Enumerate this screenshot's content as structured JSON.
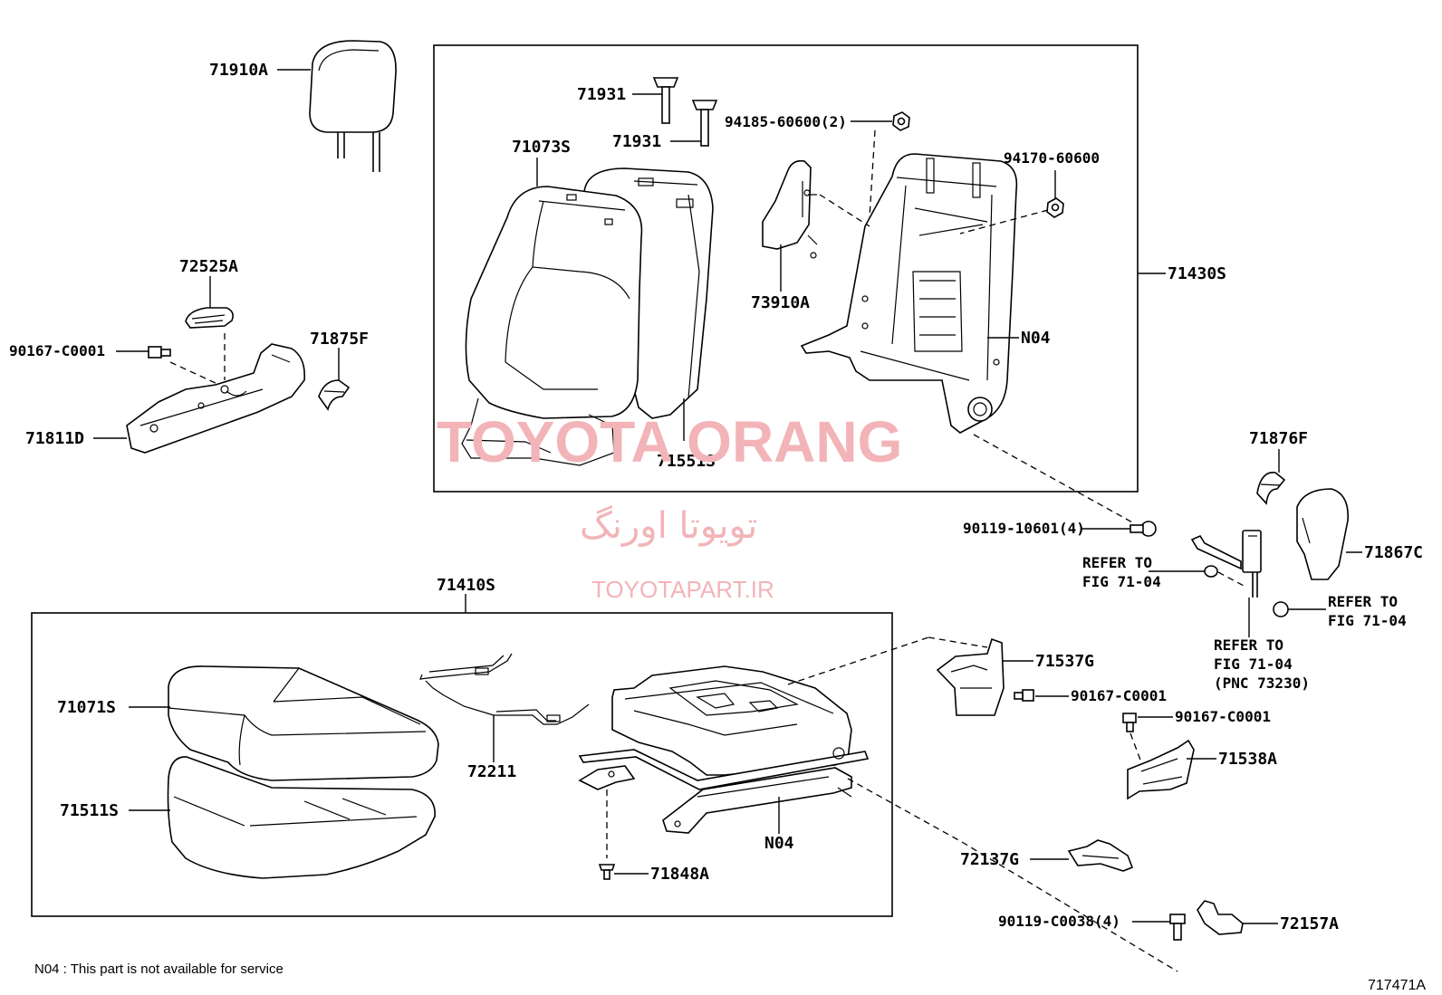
{
  "watermark": {
    "brand": "TOYOTA ORANG",
    "brand_fa": "تویوتا اورنگ",
    "site": "TOYOTAPART.IR"
  },
  "labels": {
    "p71910A": "71910A",
    "p71931a": "71931",
    "p71931b": "71931",
    "p71073S": "71073S",
    "p94185": "94185-60600(2)",
    "p94170": "94170-60600",
    "p71430S": "71430S",
    "p73910A": "73910A",
    "pN04top": "N04",
    "p71551S": "71551S",
    "p72525A": "72525A",
    "p90167a": "90167-C0001",
    "p71875F": "71875F",
    "p71811D": "71811D",
    "p71876F": "71876F",
    "p71867C": "71867C",
    "p90119a": "90119-10601(4)",
    "refer1a": "REFER TO",
    "refer1b": "FIG 71-04",
    "refer2a": "REFER TO",
    "refer2b": "FIG 71-04",
    "refer3a": "REFER TO",
    "refer3b": "FIG 71-04",
    "refer3c": "(PNC 73230)",
    "p71410S": "71410S",
    "p71071S": "71071S",
    "p71511S": "71511S",
    "p72211": "72211",
    "pN04bot": "N04",
    "p71848A": "71848A",
    "p71537G": "71537G",
    "p90167b": "90167-C0001",
    "p90167c": "90167-C0001",
    "p71538A": "71538A",
    "p72137G": "72137G",
    "p90119b": "90119-C0038(4)",
    "p72157A": "72157A"
  },
  "footnote": "N04 : This part is not available for service",
  "figure_code": "717471A"
}
